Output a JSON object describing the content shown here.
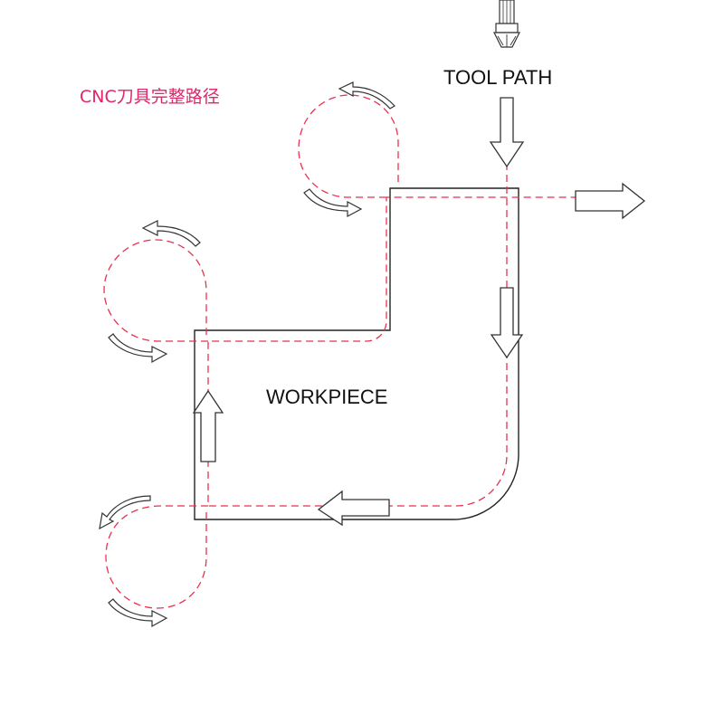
{
  "caption": {
    "text": "CNC刀具完整路径"
  },
  "labels": {
    "tool_path": "TOOL PATH",
    "workpiece": "WORKPIECE"
  },
  "colors": {
    "path": "#e8324f",
    "outline": "#222222",
    "caption": "#e0256b",
    "arrow": "#333333"
  },
  "icons": {
    "tool": "cutting-tool-icon"
  }
}
